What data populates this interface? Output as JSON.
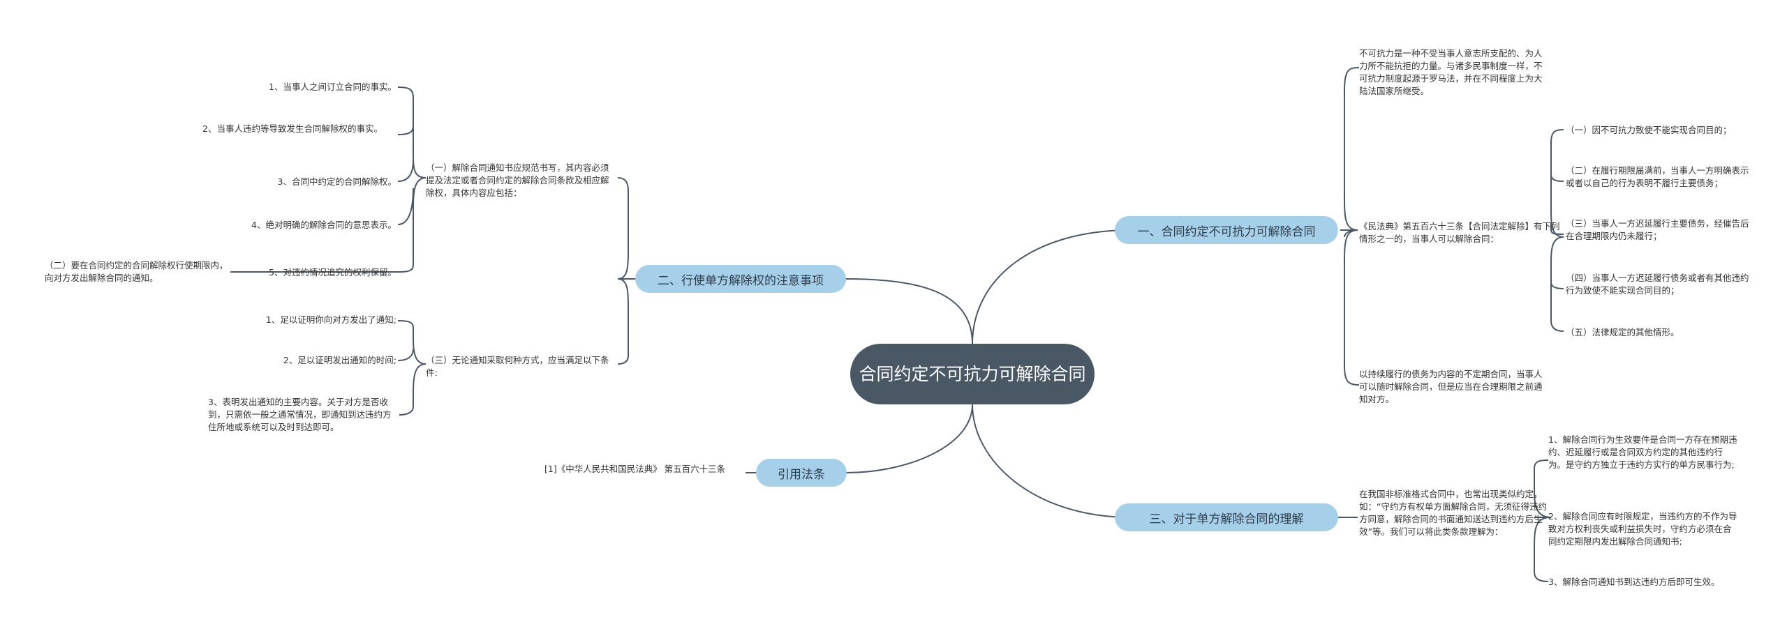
{
  "root": {
    "label": "合同约定不可抗力可解除合同"
  },
  "branches": {
    "b1": {
      "label": "一、合同约定不可抗力可解除合同",
      "intro": "不可抗力是一种不受当事人意志所支配的、为人力所不能抗拒的力量。与诸多民事制度一样，不可抗力制度起源于罗马法，并在不同程度上为大陆法国家所继受。",
      "article": "《民法典》第五百六十三条【合同法定解除】有下列情形之一的，当事人可以解除合同：",
      "article_items": [
        "（一）因不可抗力致使不能实现合同目的；",
        "（二）在履行期限届满前，当事人一方明确表示或者以自己的行为表明不履行主要债务；",
        "（三）当事人一方迟延履行主要债务，经催告后在合理期限内仍未履行；",
        "（四）当事人一方迟延履行债务或者有其他违约行为致使不能实现合同目的；",
        "（五）法律规定的其他情形。"
      ],
      "continuing": "以持续履行的债务为内容的不定期合同，当事人可以随时解除合同，但是应当在合理期限之前通知对方。"
    },
    "b2": {
      "label": "二、行使单方解除权的注意事项",
      "sub1": {
        "text": "（一）解除合同通知书应规范书写，其内容必须提及法定或者合同约定的解除合同条款及相应解除权，具体内容应包括：",
        "items": [
          "1、当事人之间订立合同的事实。",
          "2、当事人违约等导致发生合同解除权的事实。",
          "3、合同中约定的合同解除权。",
          "4、绝对明确的解除合同的意思表示。",
          "5、对违约情况追究的权利保留。"
        ]
      },
      "side_note": "（二）要在合同约定的合同解除权行使期限内，向对方发出解除合同的通知。",
      "sub3": {
        "text": "（三）无论通知采取何种方式，应当满足以下条件:",
        "items": [
          "1、足以证明你向对方发出了通知;",
          "2、足以证明发出通知的时间;",
          "3、表明发出通知的主要内容。关于对方是否收到，只需依一般之通常情况，即通知到达违约方住所地或系统可以及时到达即可。"
        ]
      }
    },
    "b3": {
      "label": "三、对于单方解除合同的理解",
      "intro": "在我国非标准格式合同中，也常出现类似约定，如：“守约方有权单方面解除合同，无须征得违约方同意，解除合同的书面通知送达到违约方后生效”等。我们可以将此类条款理解为：",
      "items": [
        "1、解除合同行为生效要件是合同一方存在预期违约、迟延履行或是合同双方约定的其他违约行为。是守约方独立于违约方实行的单方民事行为;",
        "2、解除合同应有时限规定，当违约方的不作为导致对方权利丧失或利益损失时，守约方必须在合同约定期限内发出解除合同通知书;",
        "3、解除合同通知书到达违约方后即可生效。"
      ]
    },
    "ref": {
      "label": "引用法条",
      "text": "[1]《中华人民共和国民法典》 第五百六十三条"
    }
  }
}
